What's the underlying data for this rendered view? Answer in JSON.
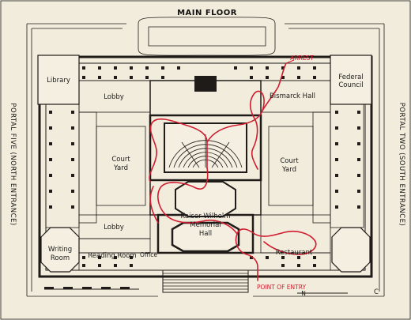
{
  "title": "MAIN FLOOR",
  "side_left": "PORTAL FIVE (NORTH ENTRANCE)",
  "side_right": "PORTAL TWO (SOUTH ENTRANCE)",
  "rooms": {
    "library": "Library",
    "federal_council_1": "Federal",
    "federal_council_2": "Council",
    "lobby_top": "Lobby",
    "bismarck_hall": "Bismarck Hall",
    "court_yard_left_1": "Court",
    "court_yard_left_2": "Yard",
    "court_yard_right_1": "Court",
    "court_yard_right_2": "Yard",
    "lobby_bottom": "Lobby",
    "kaiser_1": "Kaiser Wilhelm",
    "kaiser_2": "Memorial",
    "kaiser_3": "Hall",
    "writing_room_1": "Writing",
    "writing_room_2": "Room",
    "reading_room": "Reading Room",
    "office": "Office",
    "restaurant": "Restaurant"
  },
  "annotations": {
    "arrest": "ARREST",
    "point_of_entry": "POINT OF ENTRY",
    "north_marker": "N",
    "corner_mark": "C"
  },
  "colors": {
    "route": "#d11b2e",
    "ink": "#1e1b18",
    "paper": "#f2ecdc"
  }
}
